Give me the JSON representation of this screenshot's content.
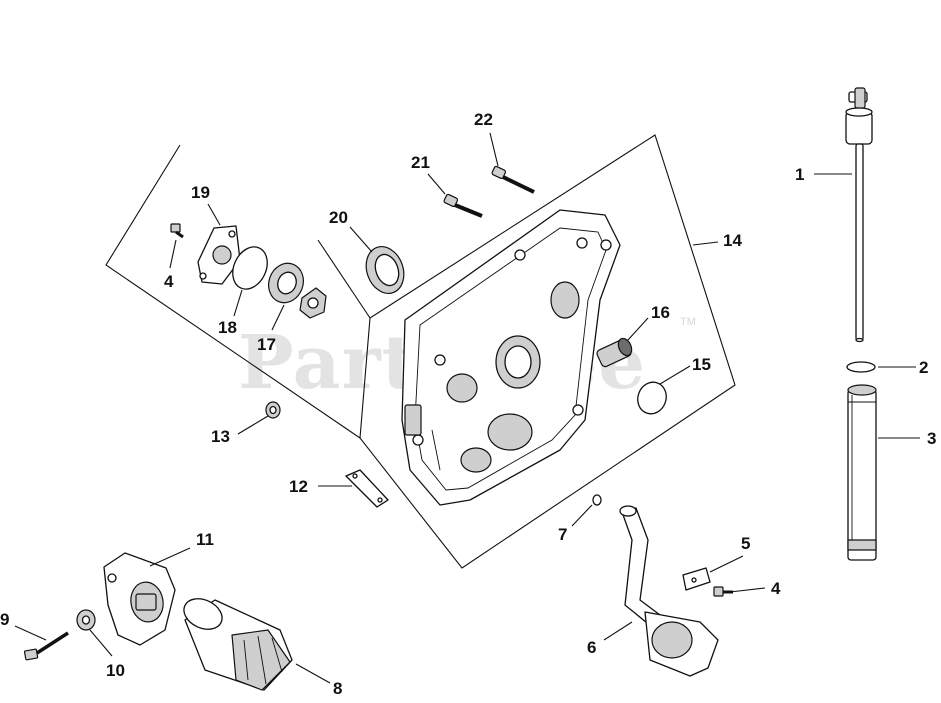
{
  "watermark": {
    "text": "PartsTree",
    "trademark": "TM"
  },
  "callouts": [
    {
      "id": "c1",
      "label": "1"
    },
    {
      "id": "c2",
      "label": "2"
    },
    {
      "id": "c3",
      "label": "3"
    },
    {
      "id": "c4a",
      "label": "4"
    },
    {
      "id": "c4b",
      "label": "4"
    },
    {
      "id": "c5",
      "label": "5"
    },
    {
      "id": "c6",
      "label": "6"
    },
    {
      "id": "c7",
      "label": "7"
    },
    {
      "id": "c8",
      "label": "8"
    },
    {
      "id": "c9",
      "label": "9"
    },
    {
      "id": "c10",
      "label": "10"
    },
    {
      "id": "c11",
      "label": "11"
    },
    {
      "id": "c12",
      "label": "12"
    },
    {
      "id": "c13",
      "label": "13"
    },
    {
      "id": "c14",
      "label": "14"
    },
    {
      "id": "c15",
      "label": "15"
    },
    {
      "id": "c16",
      "label": "16"
    },
    {
      "id": "c17",
      "label": "17"
    },
    {
      "id": "c18",
      "label": "18"
    },
    {
      "id": "c19",
      "label": "19"
    },
    {
      "id": "c20",
      "label": "20"
    },
    {
      "id": "c21",
      "label": "21"
    },
    {
      "id": "c22",
      "label": "22"
    }
  ]
}
